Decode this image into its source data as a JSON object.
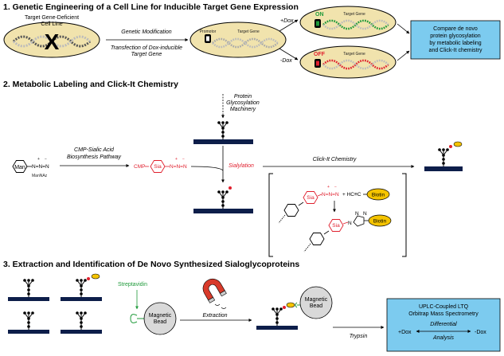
{
  "section1": {
    "title": "1. Genetic Engineering of a Cell Line for Inducible Target Gene Expression",
    "cell_line_label_1": "Target Gene-Deficient",
    "cell_line_label_2": "Cell Line",
    "genetic_modification": "Genetic Modification",
    "transfection_1": "Transfection of Dox-inducible",
    "transfection_2": "Target Gene",
    "promotor": "Promotor",
    "target_gene": "Target Gene",
    "plus_dox": "+Dox",
    "minus_dox": "-Dox",
    "on": "ON",
    "off": "OFF",
    "compare_box": [
      "Compare de novo",
      "protein glycosylation",
      "by metabolic labeling",
      "and Click-It chemistry"
    ]
  },
  "section2": {
    "title": "2. Metabolic Labeling and Click-It Chemistry",
    "machinery": [
      "Protein",
      "Glycosylation",
      "Machinery"
    ],
    "cmp_pathway": [
      "CMP-Sialic Acid",
      "Biosynthesis Pathway"
    ],
    "man": "Man",
    "mannaz": "ManNAz",
    "azide": "N=N=N",
    "plus": "+",
    "minus": "−",
    "cmp": "CMP",
    "sia": "Sia",
    "sialylation": "Sialylation",
    "click_it": "Click-It Chemistry",
    "hc": "+ HC≡C",
    "biotin": "Biotin",
    "n": "N"
  },
  "section3": {
    "title": "3. Extraction and Identification of De Novo Synthesized Sialoglycoproteins",
    "streptavidin": "Streptavidin",
    "magnetic_bead": [
      "Magnetic",
      "Bead"
    ],
    "extraction": "Extraction",
    "trypsin": "Trypsin",
    "ms_box": [
      "UPLC-Coupled LTQ",
      "Orbitrap Mass Spectrometry"
    ],
    "differential": "Differential",
    "analysis": "Analysis",
    "plus_dox": "+Dox",
    "minus_dox": "-Dox"
  },
  "colors": {
    "bar": "#0d1e4a",
    "oval": "#f1e3ad",
    "box": "#7ccbef",
    "red": "#e0202e",
    "green": "#1f9a3a",
    "biotin": "#f5c400",
    "magnet": "#d83a2a"
  }
}
